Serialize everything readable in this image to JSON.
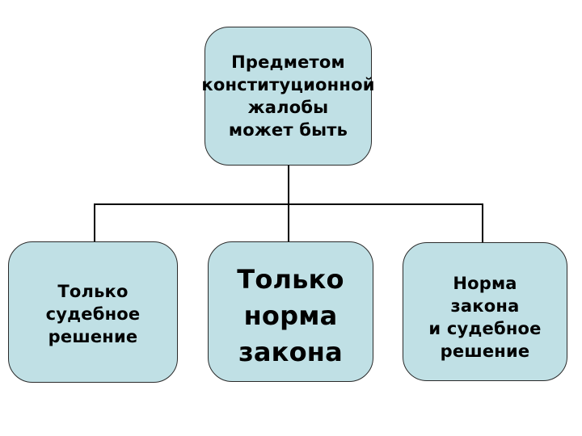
{
  "colors": {
    "background": "#ffffff",
    "box_fill": "#c0e0e5",
    "box_border": "#2a2a2a",
    "connector_line": "#000000",
    "text": "#000000"
  },
  "diagram": {
    "type": "hierarchy",
    "root": {
      "label": "Предметом\nконституционной\nжалобы\nможет быть"
    },
    "children": [
      {
        "label": "Только\nсудебное\nрешение",
        "emphasis": "normal"
      },
      {
        "label": "Только\nнорма\nзакона",
        "emphasis": "large"
      },
      {
        "label": "Норма\nзакона\nи судебное\nрешение",
        "emphasis": "normal"
      }
    ]
  }
}
